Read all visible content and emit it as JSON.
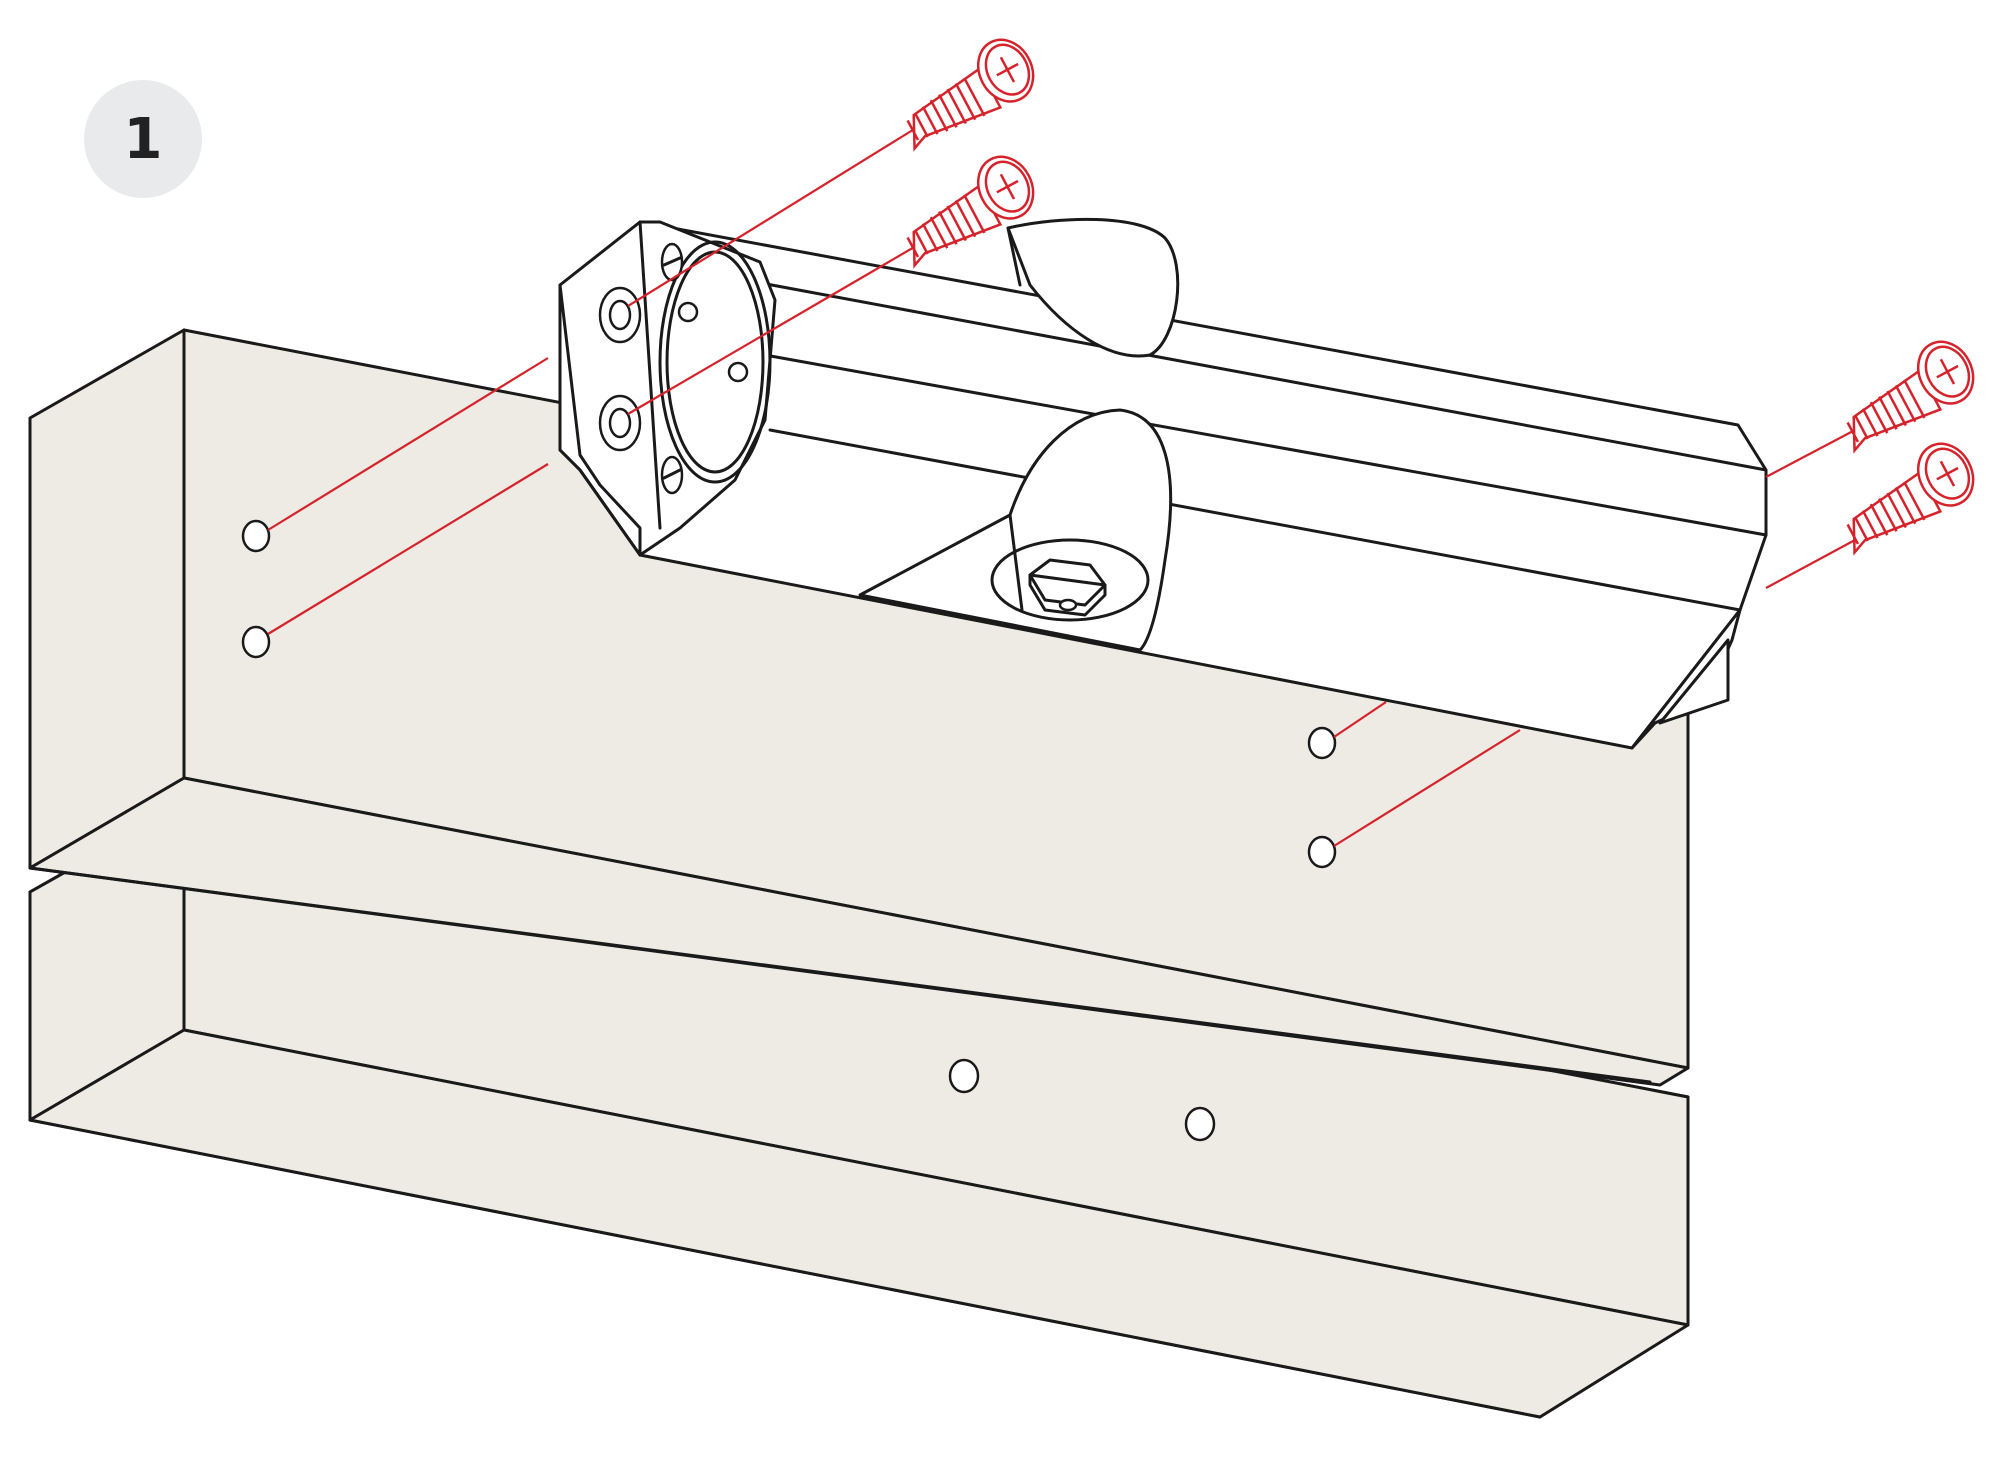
{
  "step": {
    "number": "1"
  },
  "colors": {
    "accent_red": "#d6222a",
    "wood_fill": "#edebe4",
    "outline": "#1a1a1a",
    "badge_bg": "#e9eaec"
  },
  "icons": {
    "screw": "phillips-flat-head-screw-icon"
  },
  "illustration": {
    "screw_count": 4,
    "frame_hole_count": 6
  }
}
